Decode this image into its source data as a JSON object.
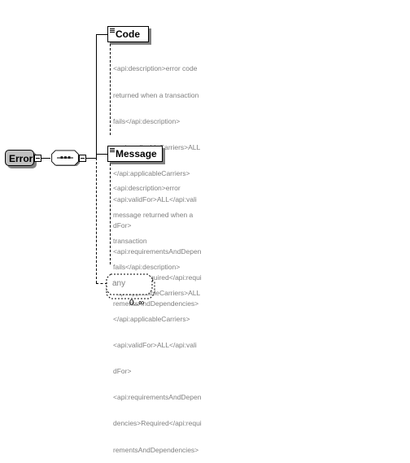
{
  "root": {
    "label": "Error"
  },
  "elements": [
    {
      "label": "Code",
      "doc": [
        "<api:description>error code",
        "returned when a transaction",
        "fails</api:description>",
        "<api:applicableCarriers>ALL",
        "</api:applicableCarriers>",
        "<api:validFor>ALL</api:vali",
        "dFor>",
        "<api:requirementsAndDepen",
        "dencies>Required</api:requi",
        "rementsAndDependencies>"
      ]
    },
    {
      "label": "Message",
      "doc": [
        "<api:description>error",
        "message returned when a",
        "transaction",
        "fails</api:description>",
        "<api:applicableCarriers>ALL",
        "</api:applicableCarriers>",
        "<api:validFor>ALL</api:vali",
        "dFor>",
        "<api:requirementsAndDepen",
        "dencies>Required</api:requi",
        "rementsAndDependencies>"
      ]
    }
  ],
  "any": {
    "label": "any",
    "occurrence": "0..∞"
  }
}
